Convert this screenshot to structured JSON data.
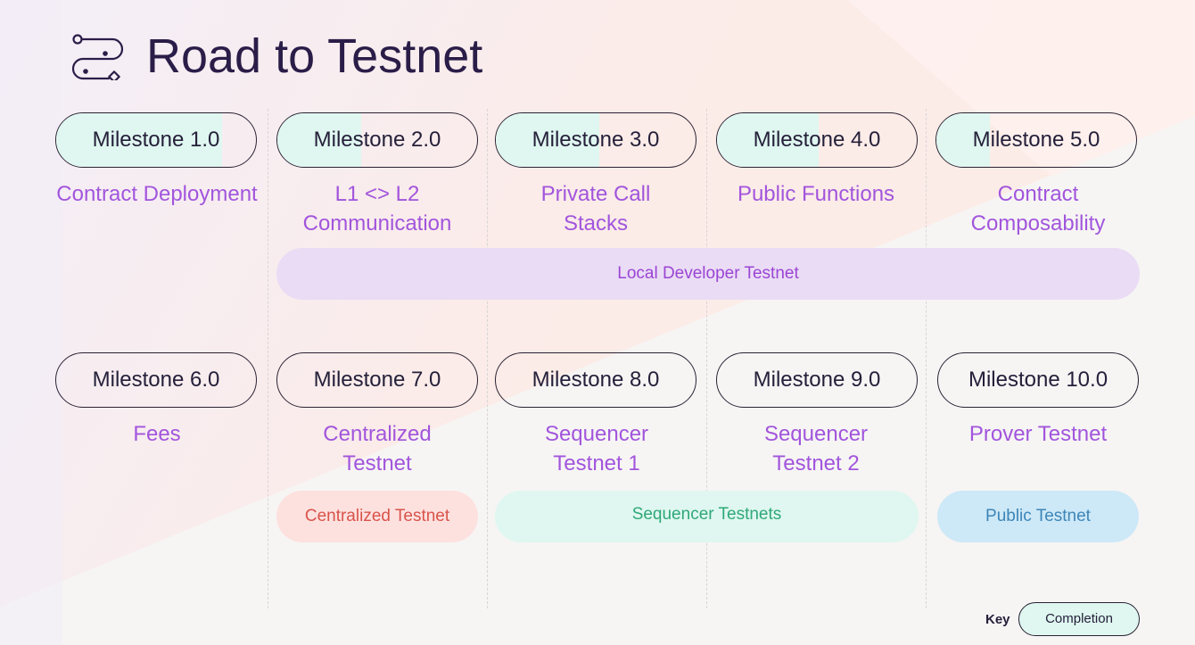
{
  "page": {
    "title": "Road to Testnet",
    "title_icon": "route-icon"
  },
  "colors": {
    "title": "#2a1d48",
    "milestone_text": "#a255dc",
    "completion_fill": "#dff7f0",
    "pill_border": "#2a2233"
  },
  "milestones": [
    {
      "label": "Milestone 1.0",
      "description": "Contract Deployment",
      "completion_percent": 83
    },
    {
      "label": "Milestone 2.0",
      "description": "L1 <> L2 Communication",
      "completion_percent": 42
    },
    {
      "label": "Milestone 3.0",
      "description": "Private Call Stacks",
      "completion_percent": 52
    },
    {
      "label": "Milestone 4.0",
      "description": "Public Functions",
      "completion_percent": 51
    },
    {
      "label": "Milestone 5.0",
      "description": "Contract Composability",
      "completion_percent": 27
    },
    {
      "label": "Milestone 6.0",
      "description": "Fees",
      "completion_percent": 0
    },
    {
      "label": "Milestone 7.0",
      "description": "Centralized Testnet",
      "completion_percent": 0
    },
    {
      "label": "Milestone 8.0",
      "description": "Sequencer Testnet 1",
      "completion_percent": 0
    },
    {
      "label": "Milestone 9.0",
      "description": "Sequencer Testnet 2",
      "completion_percent": 0
    },
    {
      "label": "Milestone 10.0",
      "description": "Prover Testnet",
      "completion_percent": 0
    }
  ],
  "testnets": [
    {
      "label": "Local Developer Testnet",
      "bg": "#eadcf5",
      "text": "#9b45d4"
    },
    {
      "label": "Centralized Testnet",
      "bg": "#fde1df",
      "text": "#d9534a"
    },
    {
      "label": "Sequencer Testnets",
      "bg": "#dff7f0",
      "text": "#2ea878"
    },
    {
      "label": "Public Testnet",
      "bg": "#cde8f7",
      "text": "#3d86b8"
    }
  ],
  "key": {
    "label": "Key",
    "completion_label": "Completion"
  }
}
